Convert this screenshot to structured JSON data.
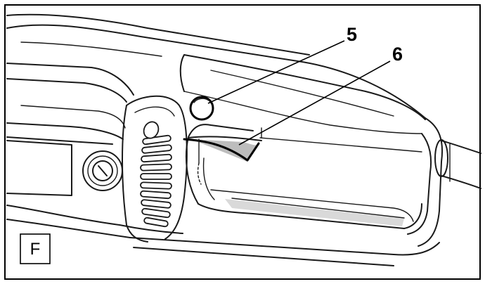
{
  "figure_label": "F",
  "callouts": [
    {
      "number": "5"
    },
    {
      "number": "6"
    }
  ],
  "colors": {
    "line": "#1a1a1a",
    "shade": "#d9d9d9",
    "frame": "#000000"
  }
}
